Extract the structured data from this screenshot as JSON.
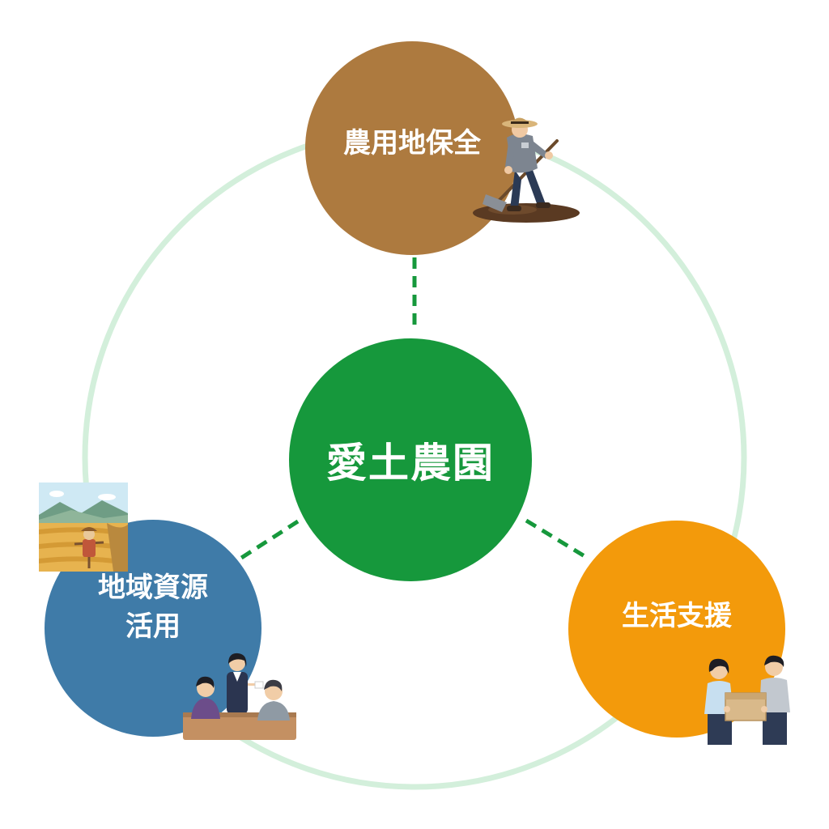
{
  "diagram": {
    "center": {
      "label": "愛土農園"
    },
    "nodes": [
      {
        "id": "top",
        "lines": [
          "農用地保全"
        ]
      },
      {
        "id": "left",
        "lines": [
          "地域資源",
          "活用"
        ]
      },
      {
        "id": "right",
        "lines": [
          "生活支援"
        ]
      }
    ]
  },
  "colors": {
    "center": "#16983c",
    "top": "#ad7a3f",
    "left": "#3f7ba8",
    "right": "#f39a0b",
    "ring": "#d3efdb",
    "connector": "#16983c"
  },
  "icons": {
    "top": "farmer-with-hoe-icon",
    "left_field": "scarecrow-field-icon",
    "left_people": "meeting-people-icon",
    "right": "people-delivering-box-icon"
  }
}
